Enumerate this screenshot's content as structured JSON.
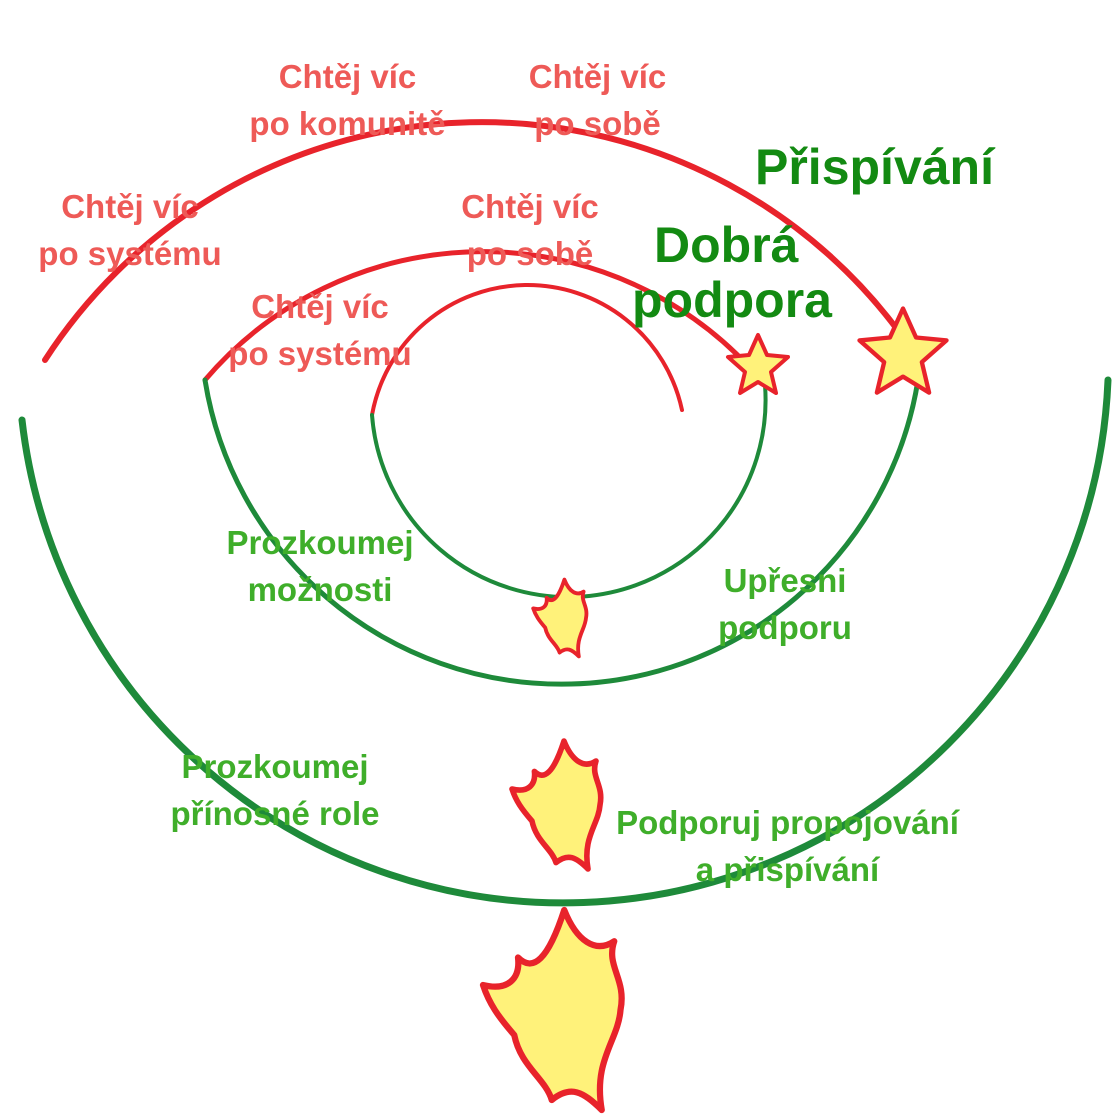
{
  "colors": {
    "red": "#e8232b",
    "red_text": "#ee5a57",
    "green": "#1e8a3a",
    "green_text": "#3fae2a",
    "dark_green": "#138a12",
    "flame_fill": "#fff27a",
    "flame_stroke": "#e8232b"
  },
  "labels": {
    "community": [
      "Chtěj víc",
      "po komunitě"
    ],
    "self_outer": [
      "Chtěj víc",
      "po sobě"
    ],
    "system_outer": [
      "Chtěj víc",
      "po systému"
    ],
    "self_inner": [
      "Chtěj víc",
      "po sobě"
    ],
    "system_inner": [
      "Chtěj víc",
      "po systému"
    ],
    "contribution": "Přispívání",
    "good_support": [
      "Dobrá",
      "podpora"
    ],
    "explore_options": [
      "Prozkoumej",
      "možnosti"
    ],
    "refine_support": [
      "Upřesni",
      "podporu"
    ],
    "explore_roles": [
      "Prozkoumej",
      "přínosné role"
    ],
    "support_connecting": [
      "Podporuj propojování",
      "a přispívání"
    ]
  },
  "icons": [
    "small-flame-icon",
    "medium-flame-icon",
    "large-flame-icon",
    "small-star-icon",
    "large-star-icon"
  ]
}
